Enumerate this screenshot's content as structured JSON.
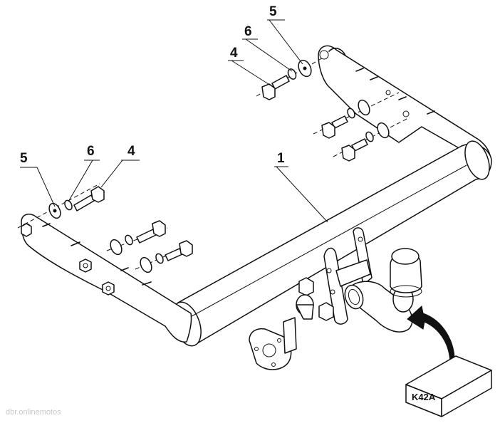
{
  "callouts": {
    "left_washer": "5",
    "left_spring_washer": "6",
    "left_bolt": "4",
    "top_washer": "5",
    "top_spring_washer": "6",
    "top_bolt": "4",
    "crossbar": "1"
  },
  "kit_box_label": "K42A",
  "watermark": "dbr.onlinemotos"
}
